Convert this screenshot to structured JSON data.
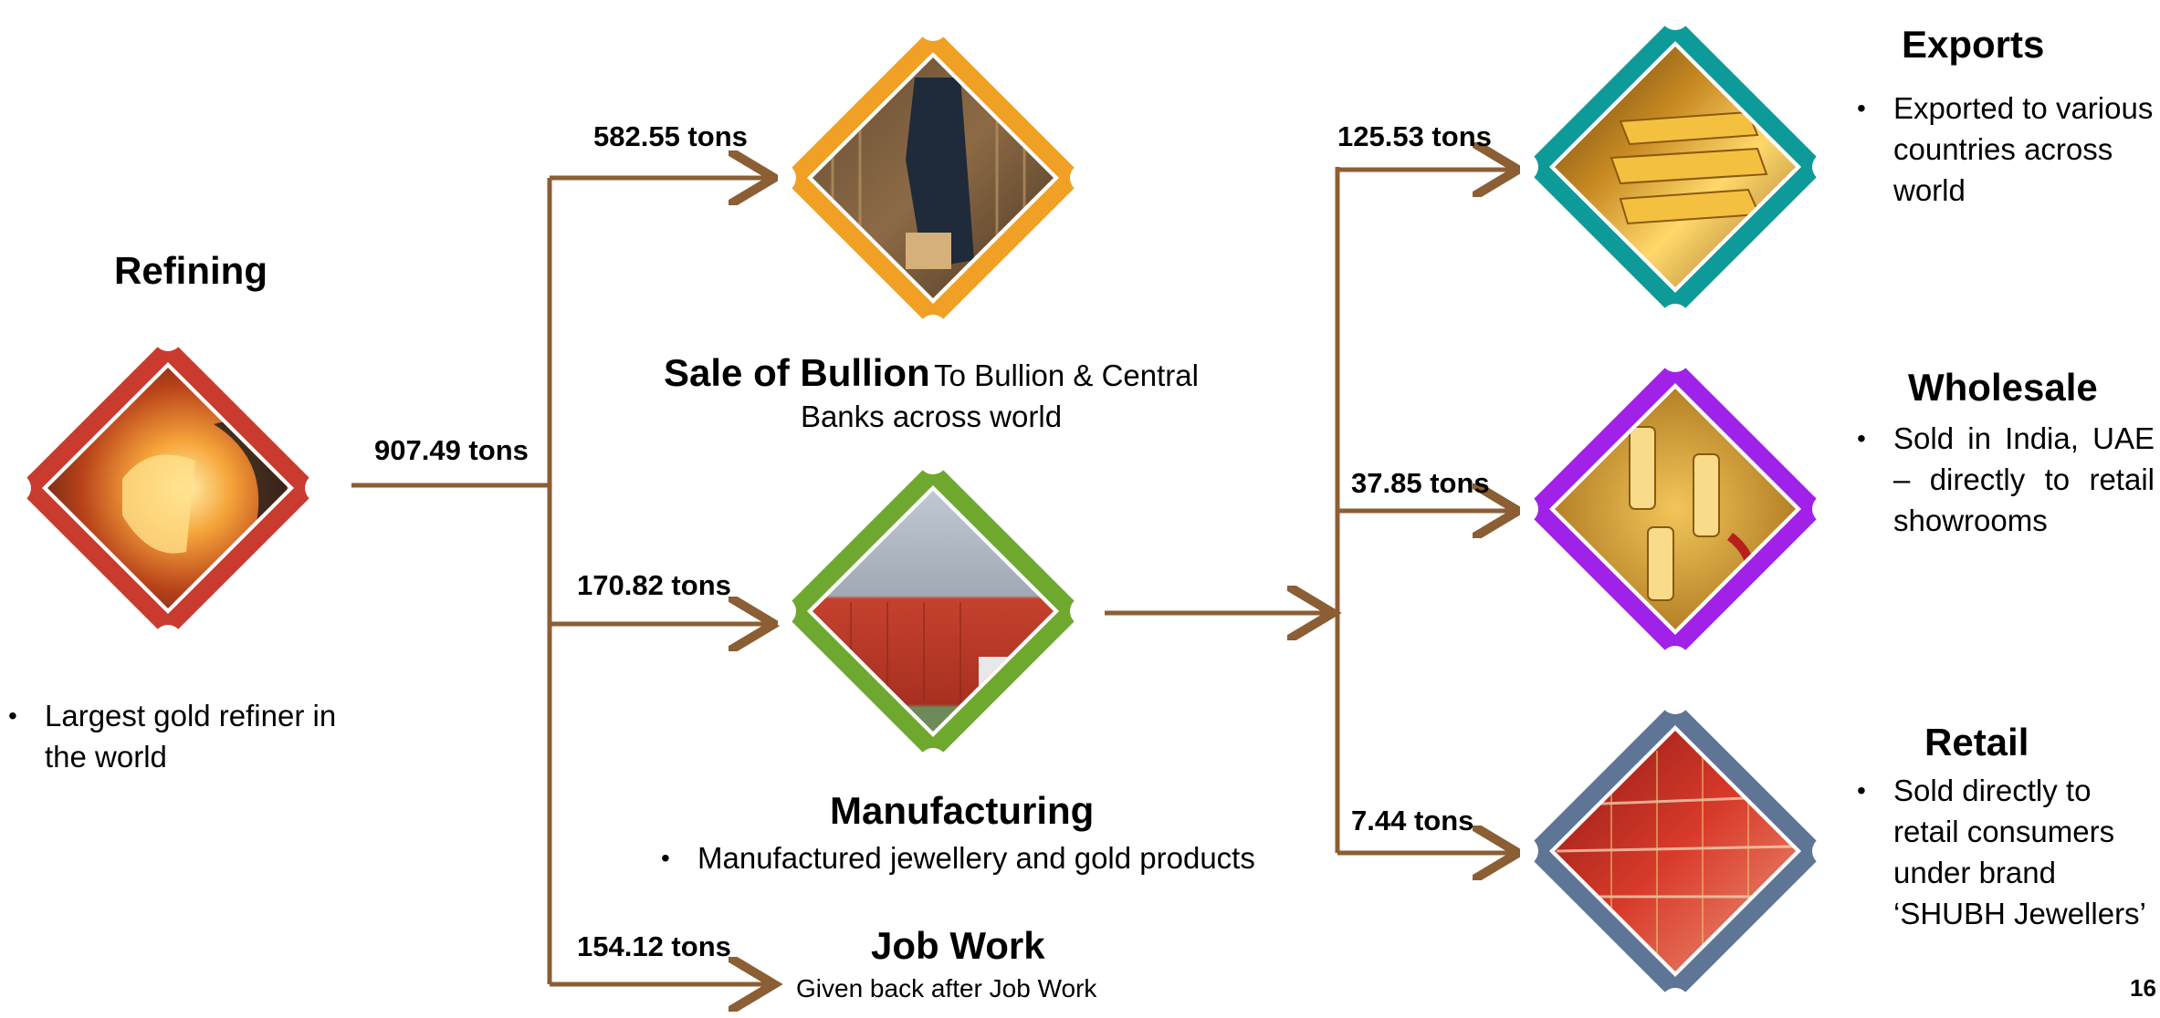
{
  "colors": {
    "connector": "#8B5E34",
    "refining": "#C93A2F",
    "bullion": "#F0A024",
    "manufacturing": "#6FA82E",
    "exports": "#0E9A98",
    "wholesale": "#A022E8",
    "retail": "#5F7595"
  },
  "refining": {
    "title": "Refining",
    "bullet": "Largest gold refiner in the world",
    "out_tons": "907.49 tons",
    "image_icon": "molten-gold-refining-image"
  },
  "bullion": {
    "tons": "582.55 tons",
    "title": "Sale of Bullion",
    "description_line1": "To Bullion & Central",
    "description_line2": "Banks across world",
    "image_icon": "bullion-vault-image"
  },
  "manufacturing": {
    "tons": "170.82 tons",
    "title": "Manufacturing",
    "bullet": "Manufactured jewellery and gold products",
    "image_icon": "factory-building-image"
  },
  "job_work": {
    "tons": "154.12 tons",
    "title": "Job Work",
    "description": "Given back after Job Work"
  },
  "exports": {
    "tons": "125.53 tons",
    "title": "Exports",
    "bullet": "Exported to various countries across world",
    "image_icon": "gold-bars-image"
  },
  "wholesale": {
    "tons": "37.85 tons",
    "title": "Wholesale",
    "bullet": "Sold in India, UAE – directly to retail showrooms",
    "image_icon": "gold-jewellery-pile-image"
  },
  "retail": {
    "tons": "7.44 tons",
    "title": "Retail",
    "bullet": "Sold directly to retail consumers under brand ‘SHUBH Jewellers’",
    "image_icon": "jewellery-showroom-image"
  },
  "page_number": "16"
}
